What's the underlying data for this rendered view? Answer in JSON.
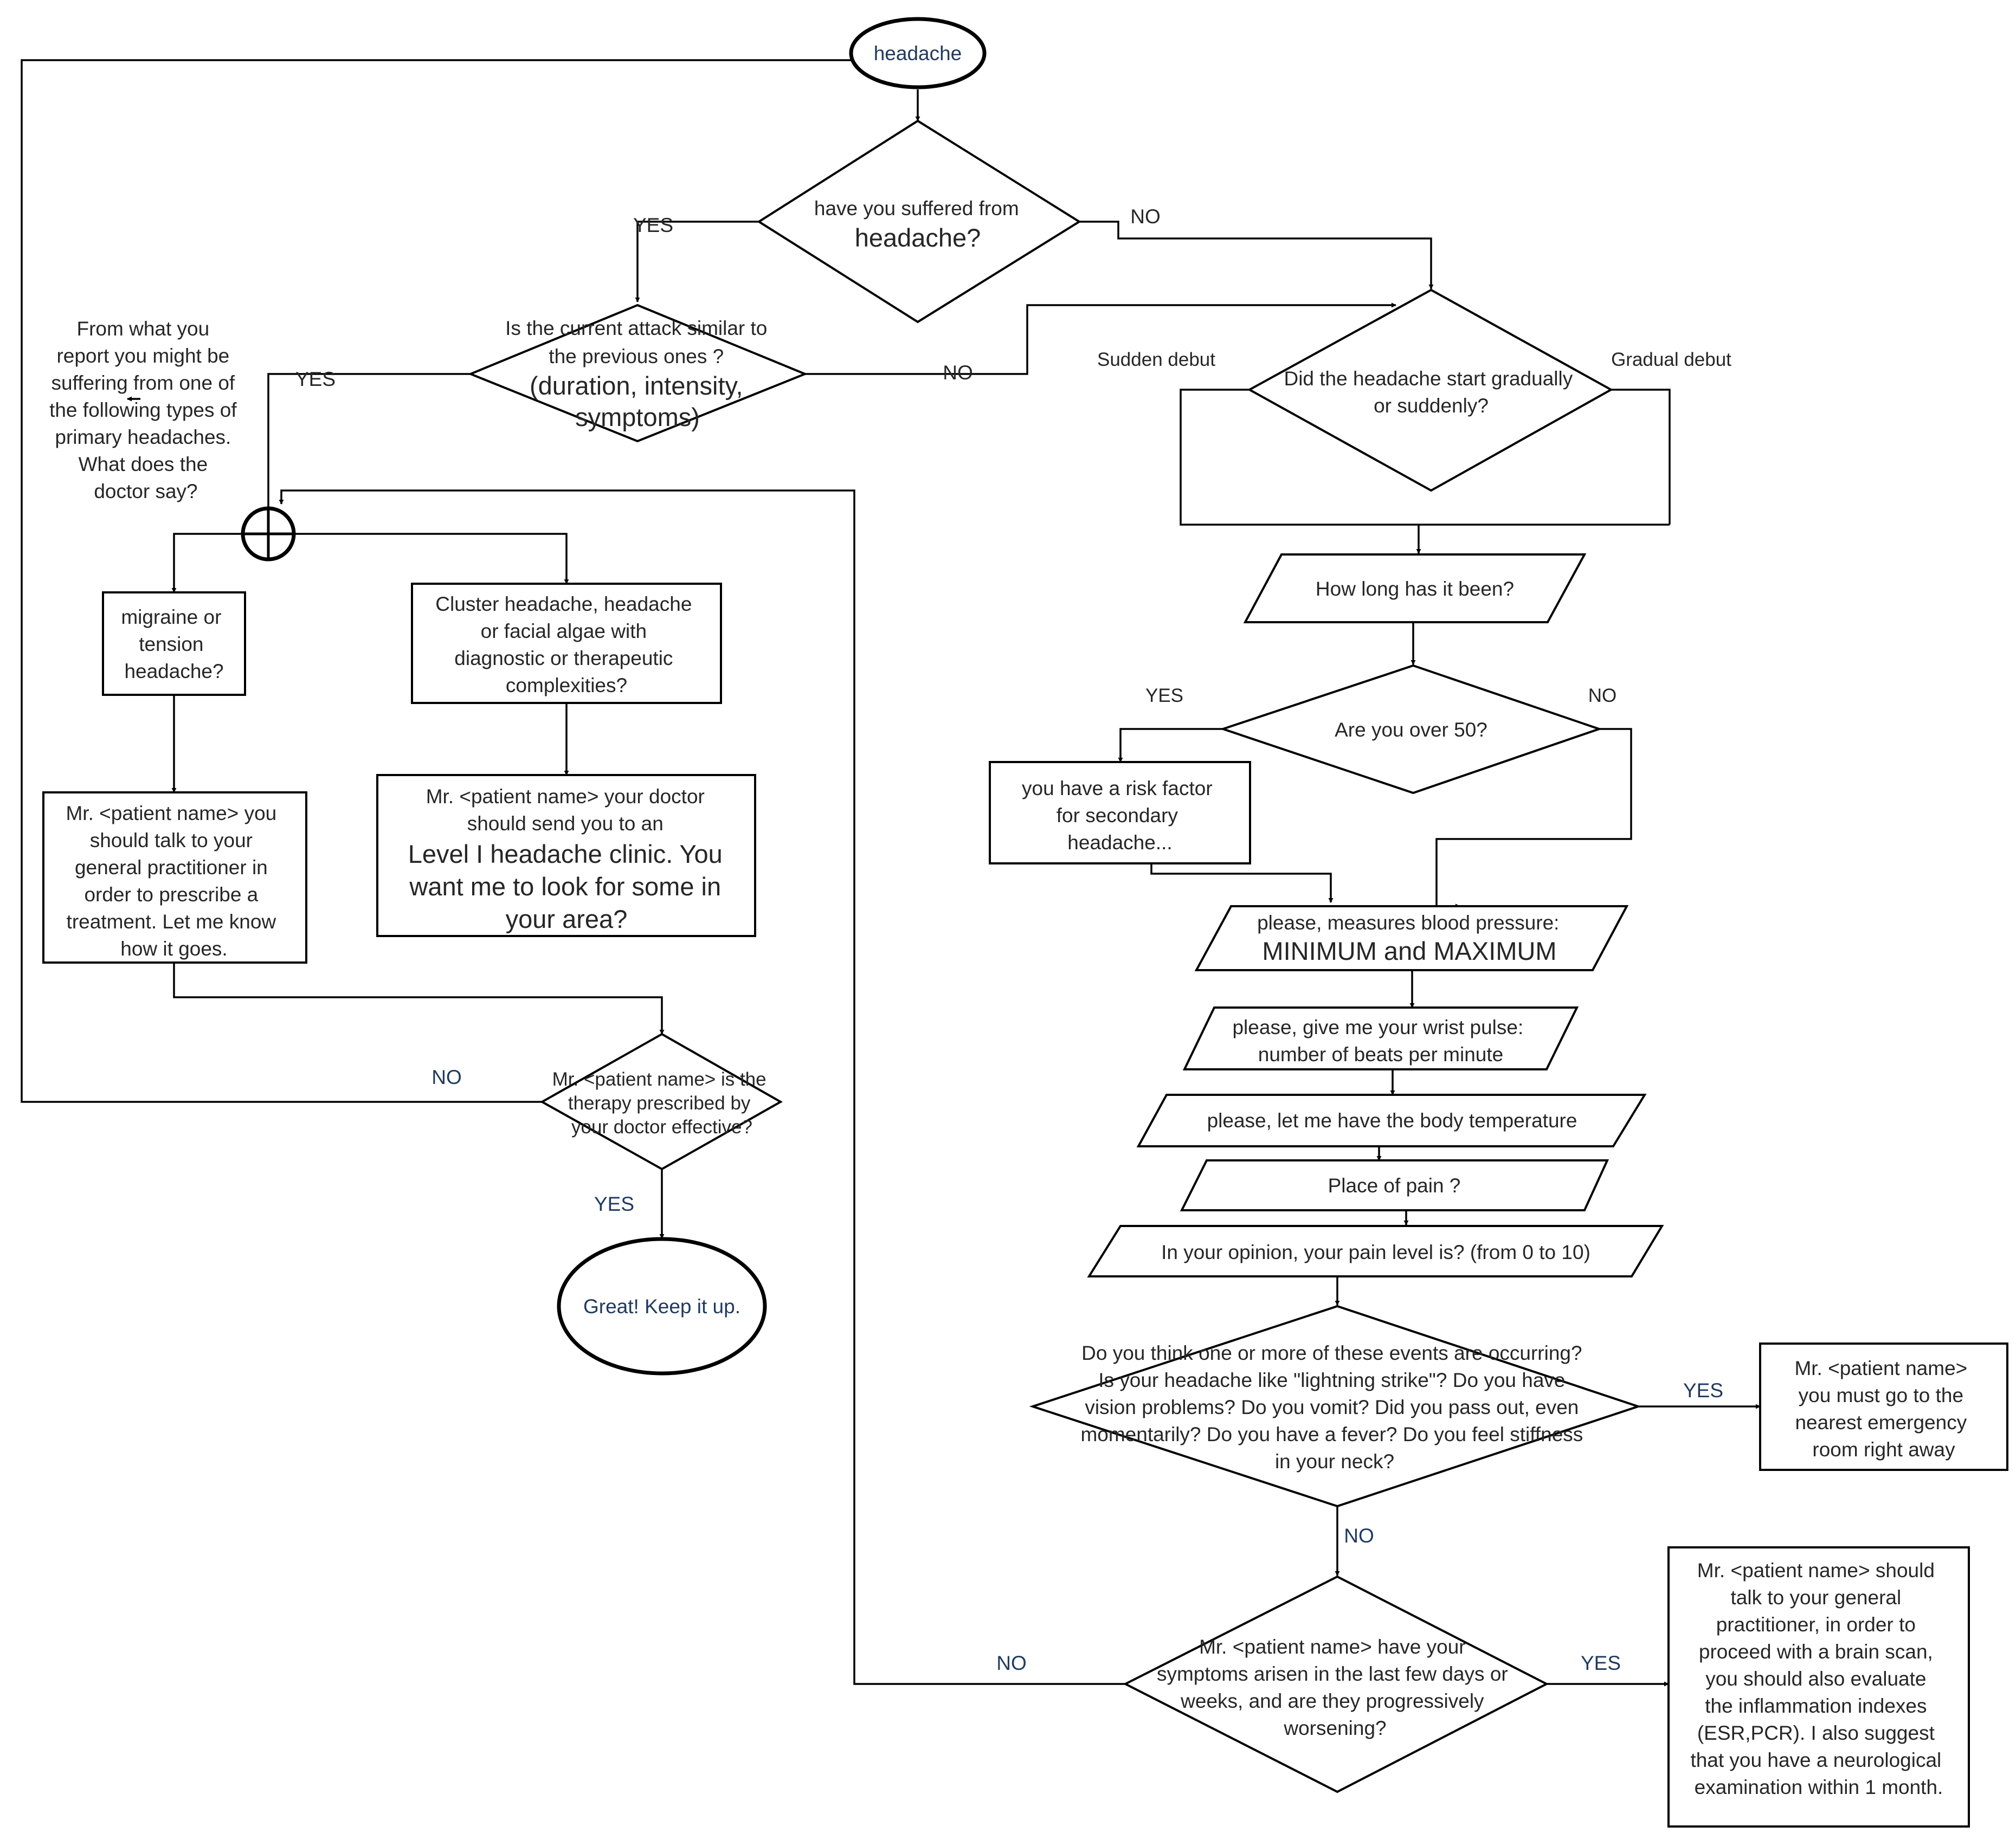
{
  "nodes": {
    "headache": "headache",
    "suffered_q": [
      "have you suffered from",
      "headache?"
    ],
    "similar_q": [
      "Is the current attack similar to",
      "the previous ones ?",
      "(duration, intensity,",
      "symptoms)"
    ],
    "primary_note": [
      "From what you",
      "report you might be",
      "suffering from one of",
      "the following types of",
      "primary headaches.",
      "What does the",
      "doctor say?"
    ],
    "migraine": [
      "migraine or",
      "tension",
      "headache?"
    ],
    "cluster": [
      "Cluster headache, headache",
      "or facial algae with",
      "diagnostic or therapeutic",
      "complexities?"
    ],
    "gp_advice": [
      "Mr. <patient name> you",
      "should talk to your",
      "general practitioner in",
      "order to prescribe a",
      "treatment.  Let me know",
      "how it goes."
    ],
    "clinic_advice": [
      "Mr. <patient name> your doctor",
      "should send you to an",
      "Level I headache clinic. You",
      "want me to look for some in",
      "your area?"
    ],
    "therapy_q": [
      "Mr. <patient name> is the",
      "therapy prescribed by",
      "your doctor effective?"
    ],
    "great": "Great! Keep it up.",
    "onset_q": [
      "Did the headache start gradually",
      "or suddenly?"
    ],
    "how_long": "How long has it been?",
    "over50_q": "Are you over 50?",
    "risk_factor": [
      "you have a risk factor",
      "for secondary",
      "headache..."
    ],
    "blood_pressure": [
      "please, measures blood pressure:",
      "MINIMUM and MAXIMUM"
    ],
    "wrist_pulse": [
      "please, give me your wrist pulse:",
      "number of beats per minute"
    ],
    "temperature": "please, let me have the body temperature",
    "pain_place": "Place of pain ?",
    "pain_level": "In your opinion, your pain level is?  (from 0 to 10)",
    "events_q": [
      "Do you think one or more of these events are occurring?",
      "Is your headache like \"lightning strike\"? Do you have",
      "vision problems? Do you vomit? Did you pass out, even",
      "momentarily? Do you have a fever? Do you feel stiffness",
      "in your neck?"
    ],
    "emergency": [
      "Mr. <patient name>",
      "you must go to the",
      "nearest emergency",
      "room right away"
    ],
    "recent_q": [
      "Mr. <patient name> have your",
      "symptoms arisen in the last few days or",
      "weeks, and are they progressively",
      "worsening?"
    ],
    "brain_scan": [
      "Mr. <patient name> should",
      "talk to your general",
      "practitioner, in order to",
      "proceed with a brain scan,",
      "you should also evaluate",
      "the inflammation indexes",
      "(ESR,PCR). I also suggest",
      "that you have a neurological",
      "examination within 1 month."
    ]
  },
  "edge_labels": {
    "suffered_yes": "YES",
    "suffered_no": "NO",
    "similar_yes": "YES",
    "similar_no": "NO",
    "sudden": "Sudden debut",
    "gradual": "Gradual debut",
    "over50_yes": "YES",
    "over50_no": "NO",
    "therapy_no": "NO",
    "therapy_yes": "YES",
    "events_yes": "YES",
    "events_no": "NO",
    "recent_no": "NO",
    "recent_yes": "YES"
  }
}
